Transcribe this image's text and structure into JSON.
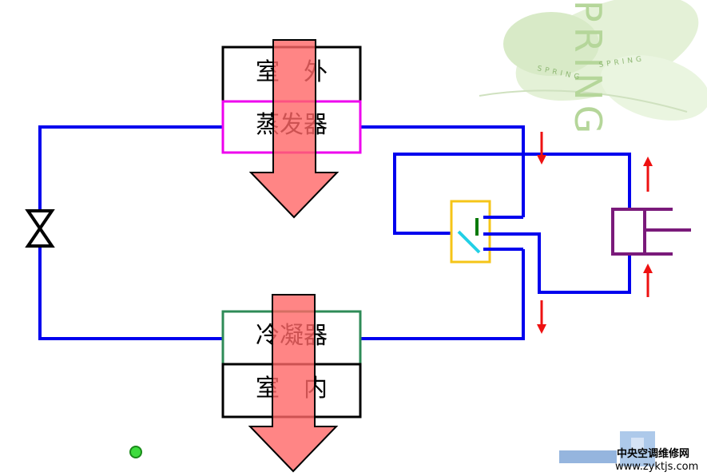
{
  "labels": {
    "outdoor": "室　外",
    "evaporator": "蒸发器",
    "condenser": "冷凝器",
    "indoor": "室　内"
  },
  "decor": {
    "spring_big": "PRING",
    "spring_small_1": "SPRING",
    "spring_small_2": "SPRING"
  },
  "footer": {
    "site_name": "中央空调维修网",
    "site_url": "www.zyktjs.com"
  },
  "colors": {
    "pipe": "#0000ee",
    "evaporator_border": "#ee00ee",
    "condenser_border": "#2e8b57",
    "valve_border": "#f5c518",
    "cylinder": "#7a1a7a",
    "flow_arrow": "#ee1111",
    "heat_arrow": "#ff7a7a"
  }
}
